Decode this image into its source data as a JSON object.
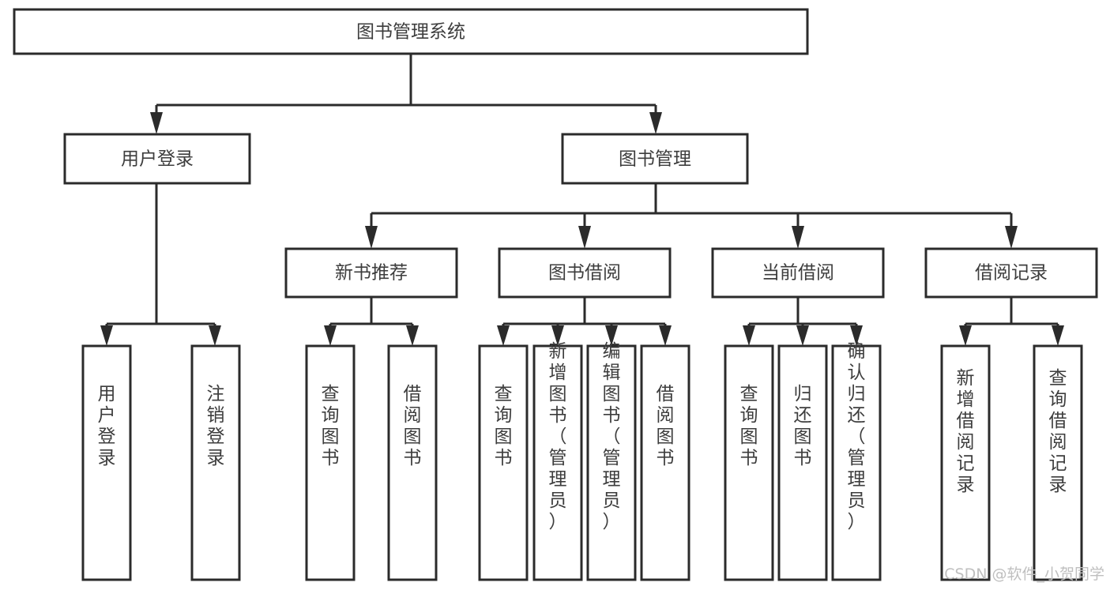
{
  "diagram": {
    "title": "图书管理系统",
    "type": "tree-hierarchy-chart",
    "orientation": "top-down",
    "colors": {
      "box_fill": "#ffffff",
      "box_stroke": "#2b2b2b",
      "text": "#3d3d3d",
      "background": "#ffffff",
      "watermark": "#bfbfbf"
    },
    "root": {
      "label": "图书管理系统"
    },
    "level2": [
      {
        "label": "用户登录"
      },
      {
        "label": "图书管理"
      }
    ],
    "level3": [
      {
        "label": "新书推荐"
      },
      {
        "label": "图书借阅"
      },
      {
        "label": "当前借阅"
      },
      {
        "label": "借阅记录"
      }
    ],
    "leaves": {
      "user_login": [
        {
          "label": "用户登录"
        },
        {
          "label": "注销登录"
        }
      ],
      "new_book_recommend": [
        {
          "label": "查询图书"
        },
        {
          "label": "借阅图书"
        }
      ],
      "book_borrow": [
        {
          "label": "查询图书"
        },
        {
          "label": "新增图书（管理员）"
        },
        {
          "label": "编辑图书（管理员）"
        },
        {
          "label": "借阅图书"
        }
      ],
      "current_borrow": [
        {
          "label": "查询图书"
        },
        {
          "label": "归还图书"
        },
        {
          "label": "确认归还（管理员）"
        }
      ],
      "borrow_record": [
        {
          "label": "新增借阅记录"
        },
        {
          "label": "查询借阅记录"
        }
      ]
    }
  },
  "watermark": {
    "text": "CSDN @软件_小贺同学"
  }
}
